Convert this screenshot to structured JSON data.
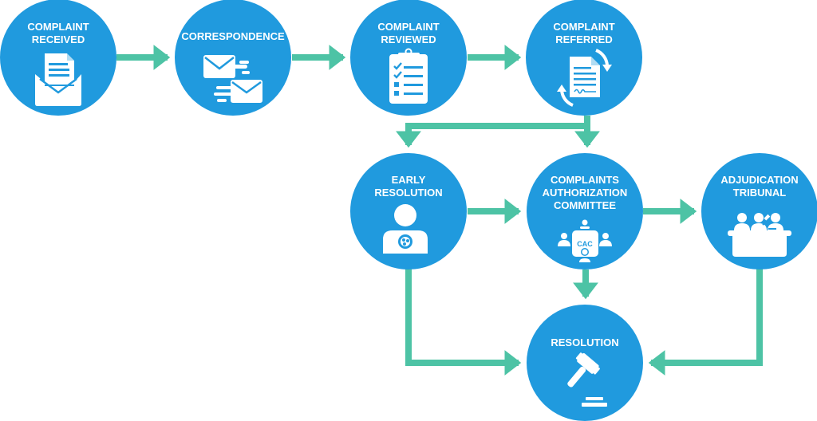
{
  "colors": {
    "node": "#209ADE",
    "connector": "#4DC3A5",
    "icon": "#ffffff",
    "background": "#ffffff"
  },
  "nodes": [
    {
      "id": "complaint-received",
      "lines": [
        "COMPLAINT",
        "RECEIVED"
      ],
      "icon": "envelope-document-icon"
    },
    {
      "id": "correspondence",
      "lines": [
        "CORRESPONDENCE"
      ],
      "icon": "mail-exchange-icon"
    },
    {
      "id": "complaint-reviewed",
      "lines": [
        "COMPLAINT",
        "REVIEWED"
      ],
      "icon": "clipboard-checklist-icon"
    },
    {
      "id": "complaint-referred",
      "lines": [
        "COMPLAINT",
        "REFERRED"
      ],
      "icon": "document-refer-icon"
    },
    {
      "id": "early-resolution",
      "lines": [
        "EARLY",
        "RESOLUTION"
      ],
      "icon": "person-badge-icon"
    },
    {
      "id": "cac",
      "lines": [
        "COMPLAINTS",
        "AUTHORIZATION",
        "COMMITTEE"
      ],
      "icon": "committee-table-icon",
      "icon_text": "CAC"
    },
    {
      "id": "adjudication-tribunal",
      "lines": [
        "ADJUDICATION",
        "TRIBUNAL"
      ],
      "icon": "tribunal-bench-icon"
    },
    {
      "id": "resolution",
      "lines": [
        "RESOLUTION"
      ],
      "icon": "gavel-icon"
    }
  ],
  "edges": [
    {
      "from": "complaint-received",
      "to": "correspondence"
    },
    {
      "from": "correspondence",
      "to": "complaint-reviewed"
    },
    {
      "from": "complaint-reviewed",
      "to": "complaint-referred"
    },
    {
      "from": "complaint-referred",
      "to": "early-resolution"
    },
    {
      "from": "complaint-referred",
      "to": "cac"
    },
    {
      "from": "early-resolution",
      "to": "cac"
    },
    {
      "from": "cac",
      "to": "adjudication-tribunal"
    },
    {
      "from": "cac",
      "to": "resolution"
    },
    {
      "from": "early-resolution",
      "to": "resolution"
    },
    {
      "from": "adjudication-tribunal",
      "to": "resolution"
    }
  ]
}
